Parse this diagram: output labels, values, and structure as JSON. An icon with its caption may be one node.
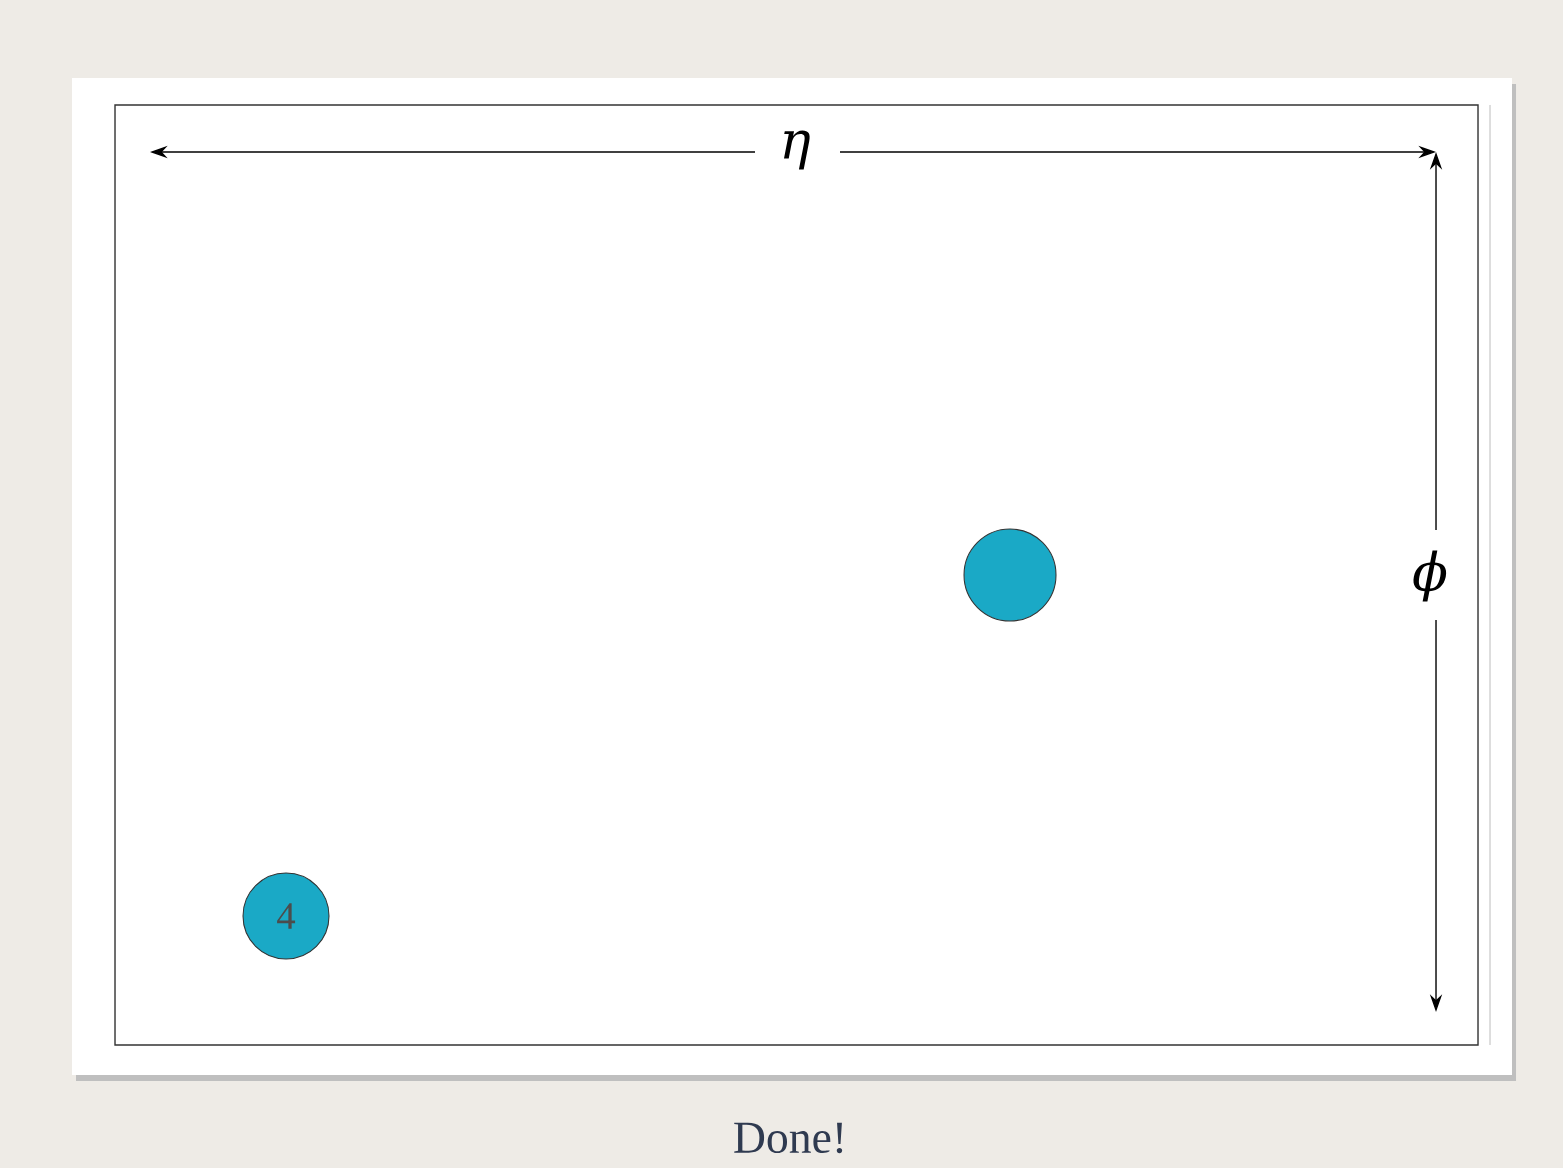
{
  "diagram": {
    "caption": "Done!",
    "nodes": [
      {
        "text": [],
        "shape": "circle"
      },
      {
        "text": [
          "4"
        ]
      }
    ],
    "edges": [],
    "labels": [
      "η",
      "ϕ"
    ]
  }
}
